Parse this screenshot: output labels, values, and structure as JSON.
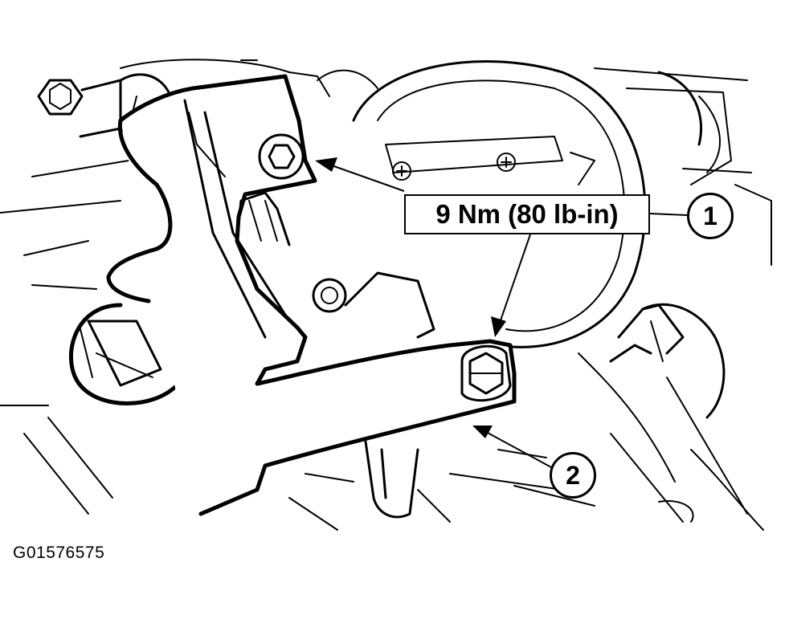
{
  "diagram": {
    "torque_spec": "9 Nm (80 lb-in)",
    "callouts": [
      {
        "number": "1"
      },
      {
        "number": "2"
      }
    ],
    "figure_id": "G01576575"
  }
}
